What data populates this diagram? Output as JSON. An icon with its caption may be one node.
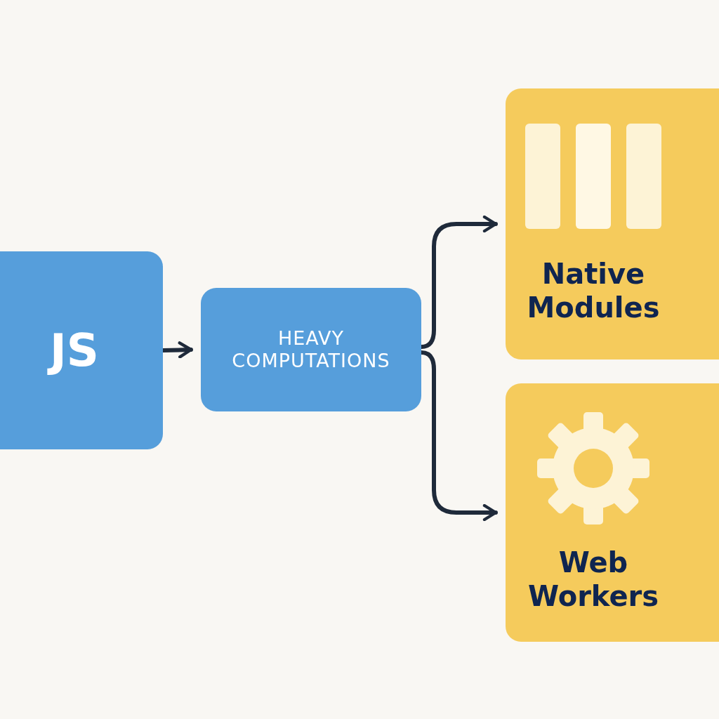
{
  "diagram": {
    "nodes": [
      {
        "text": [
          "JS"
        ]
      },
      {
        "text": [
          "HEAVY COMPUTATIONS"
        ]
      },
      {
        "text": [
          "Native Modules"
        ]
      },
      {
        "text": [
          "Web Workers"
        ]
      }
    ],
    "edges": [
      {
        "from": 0,
        "to": 1,
        "arrow": "to"
      },
      {
        "from": 1,
        "to": 2,
        "arrow": "to"
      },
      {
        "from": 1,
        "to": 3,
        "arrow": "to"
      }
    ]
  }
}
